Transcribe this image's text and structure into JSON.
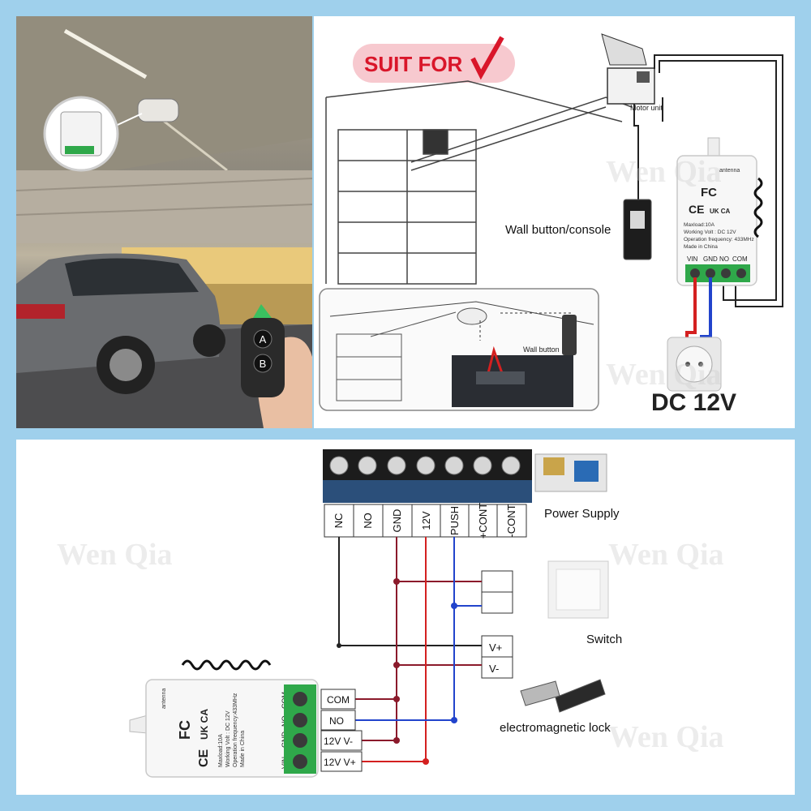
{
  "photo_panel": {
    "remote_buttons": [
      "A",
      "B"
    ]
  },
  "suit_for_panel": {
    "badge": "SUIT FOR",
    "motor_label": "Motor unit",
    "wall_console_label": "Wall button/console",
    "wall_button_label": "Wall button",
    "voltage_label": "DC 12V",
    "module": {
      "antenna": "antenna",
      "max_load": "Maxload:10A",
      "working_volt": "Working Volt : DC 12V",
      "frequency": "Operation frequency: 433MHz",
      "made_in": "Made in China",
      "terminals": [
        "VIN",
        "GND",
        "NO",
        "COM"
      ]
    }
  },
  "wiring_panel": {
    "terminal_block": [
      "NC",
      "NO",
      "GND",
      "12V",
      "PUSH",
      "+CONT",
      "-CONT"
    ],
    "power_supply_label": "Power Supply",
    "switch_label": "Switch",
    "lock_label": "electromagnetic lock",
    "lock_terminals": [
      "V+",
      "V-"
    ],
    "module_outputs": [
      "COM",
      "NO",
      "12V V-",
      "12V V+"
    ],
    "module": {
      "antenna": "antenna",
      "max_load": "Maxload:10A",
      "working_volt": "Working Volt : DC 12V",
      "frequency": "Operation frequency:433MHz",
      "made_in": "Made in China",
      "terminals": [
        "VIN",
        "GND",
        "NO",
        "COM"
      ]
    }
  },
  "watermark": "Wen Qia",
  "colors": {
    "frame": "#9fd0ec",
    "red_wire": "#d42020",
    "blue_wire": "#2244cc",
    "dark_red_wire": "#8b1a2b",
    "badge_bg": "#f7c9cf",
    "badge_text": "#d9162a",
    "terminal_green": "#2fa84a"
  }
}
